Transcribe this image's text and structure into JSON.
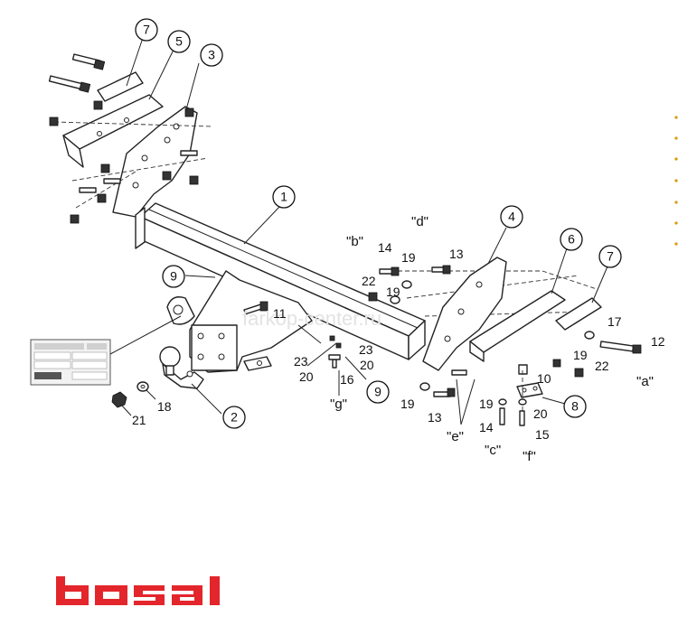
{
  "callouts_circled": [
    {
      "id": "c7a",
      "num": "7"
    },
    {
      "id": "c5",
      "num": "5"
    },
    {
      "id": "c3",
      "num": "3"
    },
    {
      "id": "c1",
      "num": "1"
    },
    {
      "id": "c4",
      "num": "4"
    },
    {
      "id": "c6",
      "num": "6"
    },
    {
      "id": "c7b",
      "num": "7"
    },
    {
      "id": "c9a",
      "num": "9"
    },
    {
      "id": "c9b",
      "num": "9"
    },
    {
      "id": "c8",
      "num": "8"
    },
    {
      "id": "c2",
      "num": "2"
    }
  ],
  "labels": {
    "n14a": "14",
    "n19a": "19",
    "n13a": "13",
    "n22a": "22",
    "n19b": "19",
    "n17": "17",
    "n12": "12",
    "n19c": "19",
    "n22b": "22",
    "n10": "10",
    "n19d": "19",
    "n20a": "20",
    "n14b": "14",
    "n15": "15",
    "n19e": "19",
    "n13b": "13",
    "n11": "11",
    "n23a": "23",
    "n23b": "23",
    "n20b": "20",
    "n20c": "20",
    "n16": "16",
    "n18": "18",
    "n21": "21"
  },
  "letters": {
    "b": "\"b\"",
    "d": "\"d\"",
    "a": "\"a\"",
    "c": "\"c\"",
    "f": "\"f\"",
    "e": "\"e\"",
    "g": "\"g\""
  },
  "watermark": "farkop-center.ru",
  "brand": "bosal",
  "colors": {
    "brand": "#e3262b",
    "line": "#222222",
    "accent_dots": "#d89a00"
  },
  "icons": [
    "bosal-logo",
    "ball-icon",
    "bolt-icon",
    "nut-icon",
    "washer-icon",
    "plate-icon"
  ]
}
